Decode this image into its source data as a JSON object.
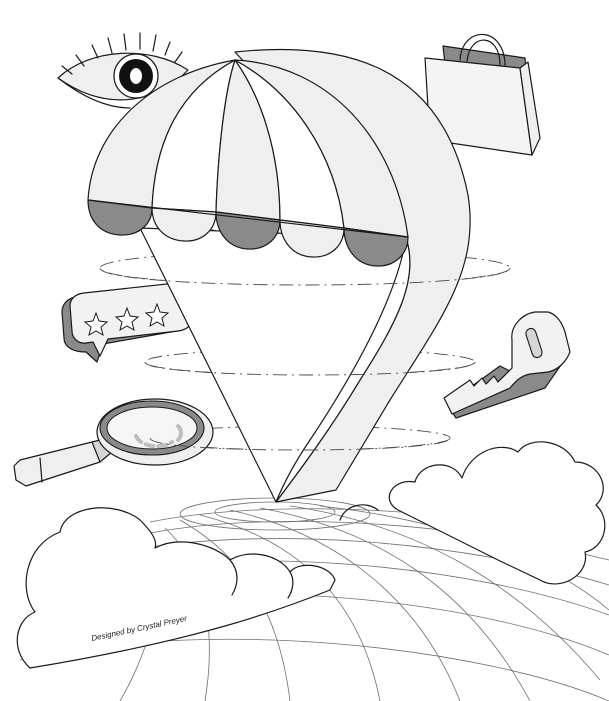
{
  "illustration": {
    "subject": "Map pin styled as a striped market awning floating above clouds and a perspective grid",
    "credit": "Designed by Crystal Preyer",
    "rating_stars": 3,
    "icons": [
      "map-pin-icon",
      "awning-icon",
      "eye-icon",
      "shopping-bag-icon",
      "rating-stars-icon",
      "key-icon",
      "magnifying-glass-icon",
      "cloud-icon"
    ],
    "colors": {
      "background": "#ffffff",
      "outline": "#1a1a1a",
      "light_fill": "#efefef",
      "mid_fill": "#d6d6d6",
      "dark_fill": "#8a8a8a"
    }
  }
}
